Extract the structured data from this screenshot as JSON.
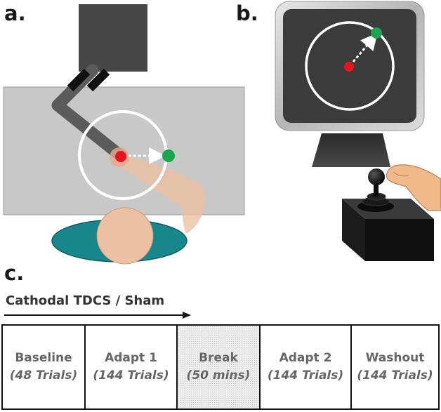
{
  "panels": {
    "a": "a.",
    "b": "b.",
    "c": "c."
  },
  "stimulation_label": "Cathodal TDCS / Sham",
  "phases": [
    {
      "name": "Baseline",
      "trials": "(48 Trials)"
    },
    {
      "name": "Adapt 1",
      "trials": "(144 Trials)"
    },
    {
      "name": "Break",
      "trials": "(50 mins)"
    },
    {
      "name": "Adapt 2",
      "trials": "(144 Trials)"
    },
    {
      "name": "Washout",
      "trials": "(144 Trials)"
    }
  ],
  "colors": {
    "start_dot": "#e8141c",
    "target_dot": "#1aa64e",
    "workspace": "#c8c8c8",
    "screen": "#3b3b3b",
    "body_teal": "#17878b",
    "skin": "#ecc0a2"
  }
}
